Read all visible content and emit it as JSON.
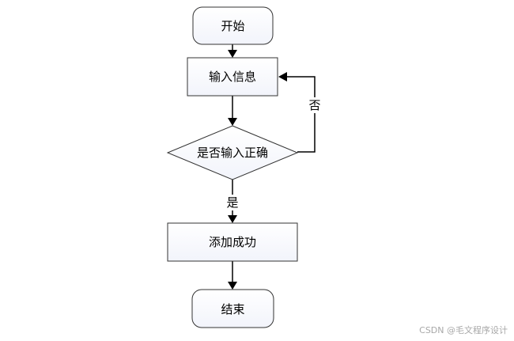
{
  "flowchart": {
    "nodes": {
      "start": "开始",
      "input": "输入信息",
      "decision": "是否输入正确",
      "success": "添加成功",
      "end": "结束"
    },
    "edges": {
      "no_label": "否",
      "yes_label": "是"
    }
  },
  "watermark": "CSDN @毛文程序设计"
}
